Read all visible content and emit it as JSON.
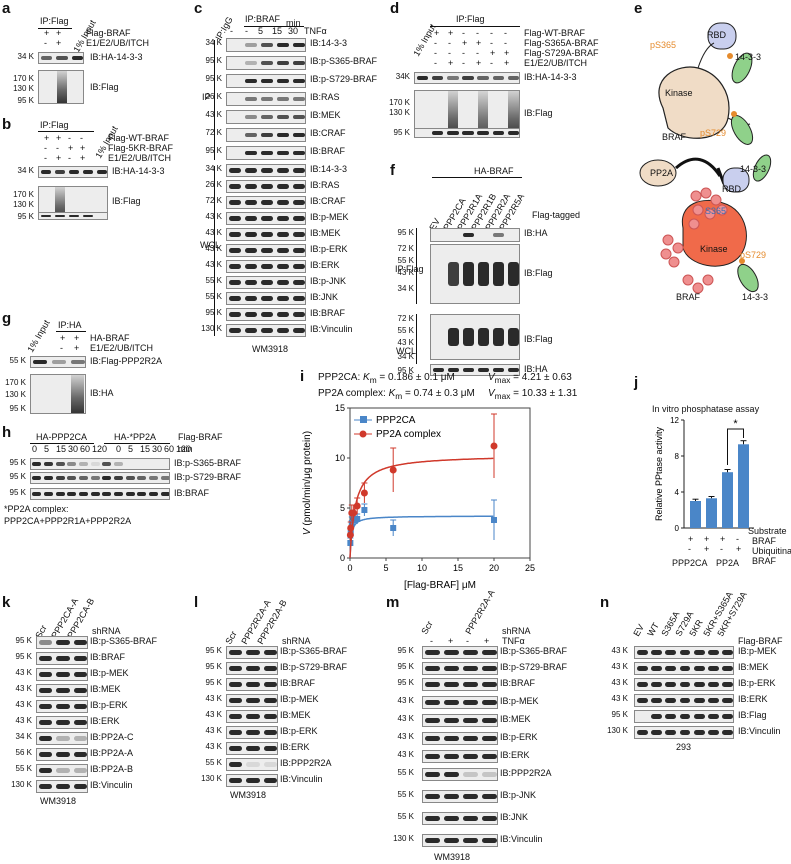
{
  "a": {
    "label": "a",
    "ip": "IP:Flag",
    "input": "1% Input",
    "rows": [
      "Flag-BRAF",
      "E1/E2/UB/ITCH"
    ],
    "signs": [
      [
        "+",
        "+"
      ],
      [
        "-",
        "+"
      ]
    ],
    "ib": [
      "IB:HA-14-3-3",
      "IB:Flag"
    ],
    "mw": [
      "34 K",
      "170 K",
      "130 K",
      "95 K"
    ]
  },
  "b": {
    "label": "b",
    "ip": "IP:Flag",
    "input": "1% Input",
    "rows": [
      "Flag-WT-BRAF",
      "Flag-5KR-BRAF",
      "E1/E2/UB/ITCH"
    ],
    "signs": [
      [
        "+",
        "+",
        "-",
        "-"
      ],
      [
        "-",
        "-",
        "+",
        "+"
      ],
      [
        "-",
        "+",
        "-",
        "+"
      ]
    ],
    "ib": [
      "IB:HA-14-3-3",
      "IB:Flag"
    ],
    "mw": [
      "34 K",
      "170 K",
      "130 K",
      "95 K"
    ]
  },
  "c": {
    "label": "c",
    "igg": "IP:IgG",
    "ip": "IP:BRAF",
    "tnf": "TNFα",
    "min": "min",
    "times": [
      "-",
      "-",
      "5",
      "15",
      "30"
    ],
    "ipside": "IP",
    "wclside": "WCL",
    "cell": "WM3918",
    "ip_ib": [
      "IB:14-3-3",
      "IB:p-S365-BRAF",
      "IB:p-S729-BRAF",
      "IB:RAS",
      "IB:MEK",
      "IB:CRAF",
      "IB:BRAF"
    ],
    "ip_mw": [
      "34 K",
      "95 K",
      "95 K",
      "26 K",
      "43 K",
      "72 K",
      "95 K"
    ],
    "wcl_ib": [
      "IB:14-3-3",
      "IB:RAS",
      "IB:CRAF",
      "IB:p-MEK",
      "IB:MEK",
      "IB:p-ERK",
      "IB:ERK",
      "IB:p-JNK",
      "IB:JNK",
      "IB:BRAF",
      "IB:Vinculin"
    ],
    "wcl_mw": [
      "34 K",
      "26 K",
      "72 K",
      "43 K",
      "43 K",
      "43 K",
      "43 K",
      "55 K",
      "55 K",
      "95 K",
      "130 K"
    ]
  },
  "d": {
    "label": "d",
    "ip": "IP:Flag",
    "input": "1% Input",
    "rows": [
      "Flag-WT-BRAF",
      "Flag-S365A-BRAF",
      "Flag-S729A-BRAF",
      "E1/E2/UB/ITCH"
    ],
    "signs": [
      [
        "+",
        "+",
        "-",
        "-",
        "-",
        "-"
      ],
      [
        "-",
        "-",
        "+",
        "+",
        "-",
        "-"
      ],
      [
        "-",
        "-",
        "-",
        "-",
        "+",
        "+"
      ],
      [
        "-",
        "+",
        "-",
        "+",
        "-",
        "+"
      ]
    ],
    "ib": [
      "IB:HA-14-3-3",
      "IB:Flag"
    ],
    "mw": [
      "34K",
      "170 K",
      "130 K",
      "95 K"
    ]
  },
  "e": {
    "label": "e",
    "rbd": "RBD",
    "kinase": "Kinase",
    "braf": "BRAF",
    "p365": "pS365",
    "p729": "pS729",
    "ptn": "14-3-3",
    "pp2a": "PP2A",
    "s365": "S365",
    "ub": "Ub",
    "ptn2": "14-3-3",
    "kinase2": "Kinase",
    "braf2": "BRAF",
    "p729b": "pS729",
    "ptn3": "14-3-3"
  },
  "f": {
    "label": "f",
    "top": "HA-BRAF",
    "flagtag": "Flag-tagged",
    "lanes": [
      "EV",
      "PPP2CA",
      "PPP2R1A",
      "PPP2R1B",
      "PPP2R2A",
      "PPP2R5A"
    ],
    "ipside": "IP:Flag",
    "wclside": "WCL",
    "ib": [
      "IB:HA",
      "IB:Flag",
      "IB:Flag",
      "IB:HA"
    ],
    "mw_ip": [
      "95 K",
      "72 K",
      "55 K",
      "43 K",
      "34 K"
    ],
    "mw_wcl": [
      "72 K",
      "55 K",
      "43 K",
      "34 K",
      "95 K"
    ]
  },
  "g": {
    "label": "g",
    "input": "1% Input",
    "ip": "IP:HA",
    "rows": [
      "HA-BRAF",
      "E1/E2/UB/ITCH"
    ],
    "signs": [
      [
        "+",
        "+"
      ],
      [
        "-",
        "+"
      ]
    ],
    "ib": [
      "IB:Flag-PPP2R2A",
      "IB:HA"
    ],
    "mw": [
      "55 K",
      "170 K",
      "130 K",
      "95 K"
    ]
  },
  "h": {
    "label": "h",
    "g1": "HA-PPP2CA",
    "g2": "HA-*PP2A",
    "flag": "Flag-BRAF",
    "min": "min",
    "times": [
      "0",
      "5",
      "15",
      "30",
      "60",
      "120",
      "0",
      "5",
      "15",
      "30",
      "60",
      "120"
    ],
    "ib": [
      "IB:p-S365-BRAF",
      "IB:p-S729-BRAF",
      "IB:BRAF"
    ],
    "mw": [
      "95 K",
      "95 K",
      "95 K"
    ],
    "note1": "*PP2A complex:",
    "note2": "PPP2CA+PPP2R1A+PPP2R2A"
  },
  "i": {
    "label": "i",
    "l1a": "PPP2CA: ",
    "l1k": "K",
    "l1ksub": "m",
    "l1b": " = 0.186 ± 0.1 μM",
    "l1v": "V",
    "l1vsub": "max",
    "l1c": " = 4.21 ± 0.63",
    "l2a": "PP2A complex: ",
    "l2b": " = 0.74 ± 0.3 μM",
    "l2c": " = 10.33 ± 1.31",
    "ylabel": "(pmol/min/μg protein)",
    "yV": "V",
    "xlabel": "[Flag-BRAF] μM"
  },
  "chart_data": {
    "type": "scatter",
    "title": "",
    "xlabel": "[Flag-BRAF] μM",
    "ylabel": "V (pmol/min/μg protein)",
    "xlim": [
      0,
      25
    ],
    "ylim": [
      0,
      15
    ],
    "xticks": [
      0,
      5,
      10,
      15,
      20,
      25
    ],
    "yticks": [
      0,
      5,
      10,
      15
    ],
    "legend": "top-left",
    "series": [
      {
        "name": "PPP2CA",
        "color": "#4a86c8",
        "marker": "square",
        "x": [
          0.05,
          0.1,
          0.25,
          0.5,
          1,
          2,
          6,
          20
        ],
        "y": [
          1.5,
          2.5,
          3.5,
          3.8,
          3.9,
          4.8,
          3.0,
          3.8
        ],
        "err": [
          0.5,
          0.5,
          0.6,
          0.5,
          0.5,
          0.6,
          0.8,
          2.0
        ],
        "km": 0.186,
        "vmax": 4.21
      },
      {
        "name": "PP2A complex",
        "color": "#d0392b",
        "marker": "circle",
        "x": [
          0.05,
          0.1,
          0.25,
          0.5,
          1,
          2,
          6,
          20
        ],
        "y": [
          2.3,
          3.0,
          4.5,
          4.5,
          5.2,
          6.5,
          8.8,
          11.2
        ],
        "err": [
          0.6,
          0.6,
          0.8,
          0.8,
          0.8,
          1.0,
          2.2,
          3.2
        ],
        "km": 0.74,
        "vmax": 10.33
      }
    ]
  },
  "j": {
    "label": "j",
    "title": "In vitro phosphatase assay",
    "ylabel": "Relative PPtase activity",
    "yticks": [
      "0",
      "4",
      "8",
      "12"
    ],
    "star": "*",
    "substrate": "Substrate",
    "r1": "BRAF",
    "r2": "Ubiquitinated",
    "r2b": "BRAF",
    "s1": [
      "+",
      "+",
      "+",
      "-"
    ],
    "s2": [
      "-",
      "+",
      "-",
      "+"
    ],
    "g1": "PPP2CA",
    "g2": "PP2A",
    "values": [
      3.0,
      3.3,
      6.2,
      9.3
    ],
    "errs": [
      0.2,
      0.2,
      0.3,
      0.4
    ],
    "ymax": 12
  },
  "k": {
    "label": "k",
    "lanes": [
      "Scr",
      "PPP2CA-A",
      "PPP2CA-B"
    ],
    "shrna": "shRNA",
    "ib": [
      "IB:p-S365-BRAF",
      "IB:BRAF",
      "IB:p-MEK",
      "IB:MEK",
      "IB:p-ERK",
      "IB:ERK",
      "IB:PP2A-C",
      "IB:PP2A-A",
      "IB:PP2A-B",
      "IB:Vinculin"
    ],
    "mw": [
      "95 K",
      "95 K",
      "43 K",
      "43 K",
      "43 K",
      "43 K",
      "34 K",
      "56 K",
      "55 K",
      "130 K"
    ],
    "cell": "WM3918"
  },
  "l": {
    "label": "l",
    "lanes": [
      "Scr",
      "PPP2R2A-A",
      "PPP2R2A-B"
    ],
    "shrna": "shRNA",
    "ib": [
      "IB:p-S365-BRAF",
      "IB:p-S729-BRAF",
      "IB:BRAF",
      "IB:p-MEK",
      "IB:MEK",
      "IB:p-ERK",
      "IB:ERK",
      "IB:PPP2R2A",
      "IB:Vinculin"
    ],
    "mw": [
      "95 K",
      "95 K",
      "95 K",
      "43 K",
      "43 K",
      "43 K",
      "43 K",
      "55 K",
      "130 K"
    ],
    "cell": "WM3918"
  },
  "m": {
    "label": "m",
    "lanes": [
      "Scr",
      "PPP2R2A-A"
    ],
    "shrna": "shRNA",
    "tnf": "TNFα",
    "signs": [
      "-",
      "+",
      "-",
      "+"
    ],
    "ib": [
      "IB:p-S365-BRAF",
      "IB:p-S729-BRAF",
      "IB:BRAF",
      "IB:p-MEK",
      "IB:MEK",
      "IB:p-ERK",
      "IB:ERK",
      "IB:PPP2R2A",
      "IB:p-JNK",
      "IB:JNK",
      "IB:Vinculin"
    ],
    "mw": [
      "95 K",
      "95 K",
      "95 K",
      "43 K",
      "43 K",
      "43 K",
      "43 K",
      "55 K",
      "55 K",
      "55 K",
      "130 K"
    ],
    "cell": "WM3918"
  },
  "n": {
    "label": "n",
    "lanes": [
      "EV",
      "WT",
      "S365A",
      "S729A",
      "5KR",
      "5KR+S365A",
      "5KR+S729A"
    ],
    "flag": "Flag-BRAF",
    "ib": [
      "IB:p-MEK",
      "IB:MEK",
      "IB:p-ERK",
      "IB:ERK",
      "IB:Flag",
      "IB:Vinculin"
    ],
    "mw": [
      "43 K",
      "43 K",
      "43 K",
      "43 K",
      "95 K",
      "130 K"
    ],
    "cell": "293"
  }
}
